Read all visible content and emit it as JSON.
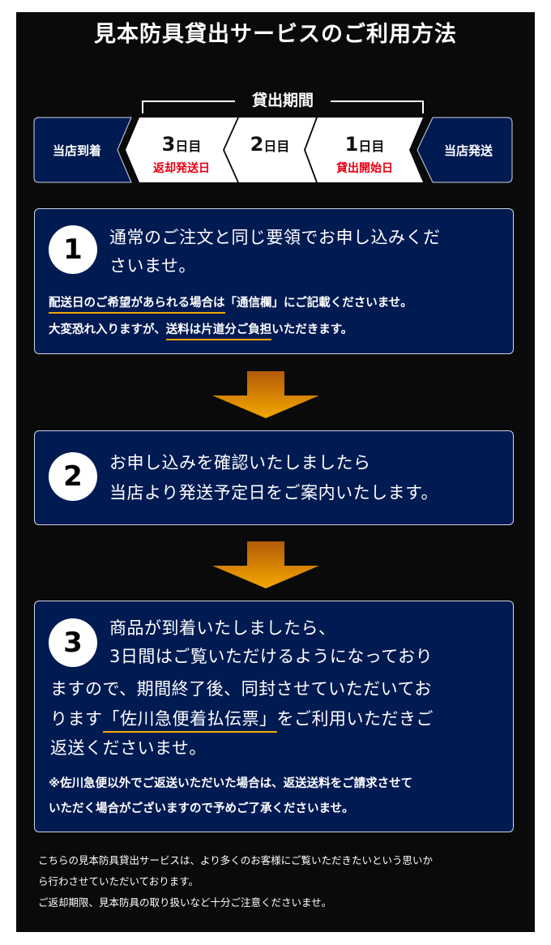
{
  "title": "見本防具貸出サービスのご利用方法",
  "timeline": {
    "period_label": "貸出期間",
    "left_box": "当店到着",
    "right_box": "当店発送",
    "days": [
      {
        "num": "3",
        "unit": "日目",
        "sub": "返却発送日"
      },
      {
        "num": "2",
        "unit": "日目",
        "sub": ""
      },
      {
        "num": "1",
        "unit": "日目",
        "sub": "貸出開始日"
      }
    ]
  },
  "steps": [
    {
      "number": "1",
      "lines": [
        "通常のご注文と同じ要領でお申し込みくだ",
        "さいませ。"
      ],
      "note1": {
        "a": "配送日のご希望があられる場合は",
        "b": "「通信欄」にご記載くださいませ。"
      },
      "note2": {
        "a": "大変恐れ入りますが、",
        "b": "送料は片道分ご負担",
        "c": "いただきます。"
      }
    },
    {
      "number": "2",
      "lines": [
        "お申し込みを確認いたしましたら",
        "当店より発送予定日をご案内いたします。"
      ]
    },
    {
      "number": "3",
      "lines": [
        "商品が到着いたしましたら、",
        "3日間はご覧いただけるようになっており",
        "ますので、期間終了後、同封させていただいてお"
      ],
      "line4": {
        "a": "ります",
        "b": "「佐川急便着払伝票」",
        "c": "をご利用いただきご"
      },
      "line5": "返送くださいませ。",
      "notes": [
        "※佐川急便以外でご返送いただいた場合は、返送送料をご請求させて",
        "いただく場合がございますので予めご了承くださいませ。"
      ]
    }
  ],
  "footer": [
    "こちらの見本防具貸出サービスは、より多くのお客様にご覧いただきたいという思いか",
    "ら行わさせていただいております。",
    "ご返却期限、見本防具の取り扱いなど十分ご注意くださいませ。"
  ],
  "colors": {
    "navy": "#001a52",
    "accent": "#f2a900",
    "red": "#e60012"
  }
}
